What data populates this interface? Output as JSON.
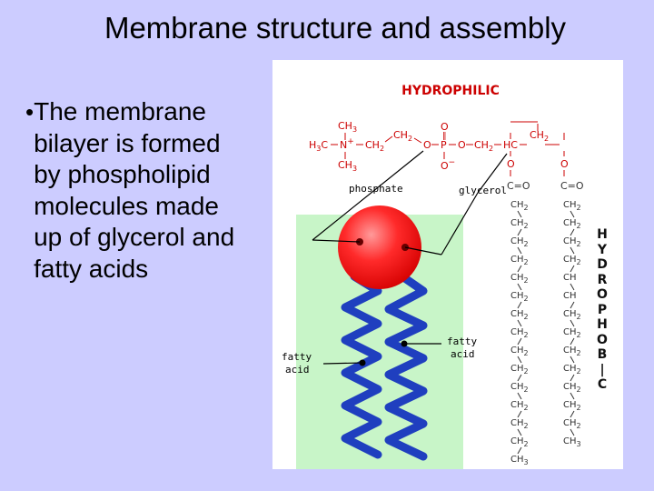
{
  "slide": {
    "title": "Membrane structure and assembly",
    "bullet": "The membrane bilayer is formed by phospholipid molecules made up of glycerol and fatty acids"
  },
  "figure": {
    "hydrophilic_label": "HYDROPHILIC",
    "hydrophobic_label": "H\nY\nD\nR\nO\nP\nH\nO\nB\n|\nC",
    "labels": {
      "phosphate": "phosphate",
      "glycerol": "glycerol",
      "fatty_acid_line1": "fatty",
      "fatty_acid_line2": "acid"
    },
    "head_formula": {
      "ch3": "CH",
      "sub3": "3",
      "h3c": "H",
      "c": "C",
      "n_plus": "N",
      "plus": "+",
      "ch2": "CH",
      "sub2": "2",
      "o": "O",
      "p": "P",
      "o_minus": "O",
      "minus": "−",
      "hc": "HC",
      "double_bond": "‖",
      "c_eq_o": "C=O"
    },
    "chain1_groups": [
      "CH2",
      "CH2",
      "CH2",
      "CH2",
      "CH2",
      "CH2",
      "CH2",
      "CH2",
      "CH2",
      "CH2",
      "CH2",
      "CH2",
      "CH2",
      "CH2",
      "CH3"
    ],
    "chain2_groups": [
      "CH2",
      "CH2",
      "CH2",
      "CH2",
      "CH",
      "CH",
      "CH2",
      "CH2",
      "CH2",
      "CH2",
      "CH2",
      "CH2",
      "CH2",
      "CH3"
    ],
    "colors": {
      "hydrophilic": "#cc0000",
      "head_sphere": "#ff2a2a",
      "tails": "#1f3fbf",
      "hydrophobic_region": "#c8f5c8",
      "chemistry": "#cc0000",
      "structure_text": "#333333"
    }
  }
}
